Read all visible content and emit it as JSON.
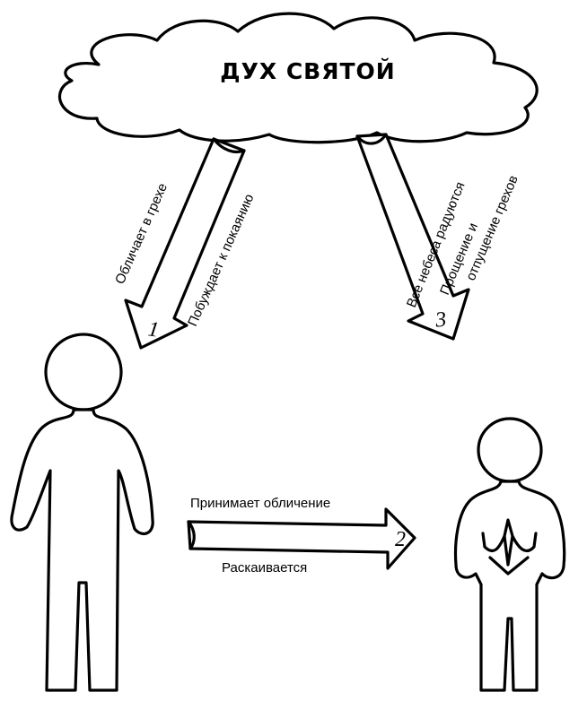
{
  "cloud": {
    "title": "ДУХ СВЯТОЙ"
  },
  "arrow1": {
    "number": "1",
    "label_outer": "Обличает в грехе",
    "label_inner": "Побуждает к покаянию"
  },
  "arrow2": {
    "number": "2",
    "label_top": "Принимает обличение",
    "label_bottom": "Раскаивается"
  },
  "arrow3": {
    "number": "3",
    "label_inner": "Все небеса радуются",
    "label_outer_line1": "Прощение и",
    "label_outer_line2": "отпущение грехов"
  },
  "colors": {
    "ink": "#000000",
    "paper": "#ffffff"
  },
  "figures": {
    "left": "standing-person",
    "right": "praying-person"
  }
}
